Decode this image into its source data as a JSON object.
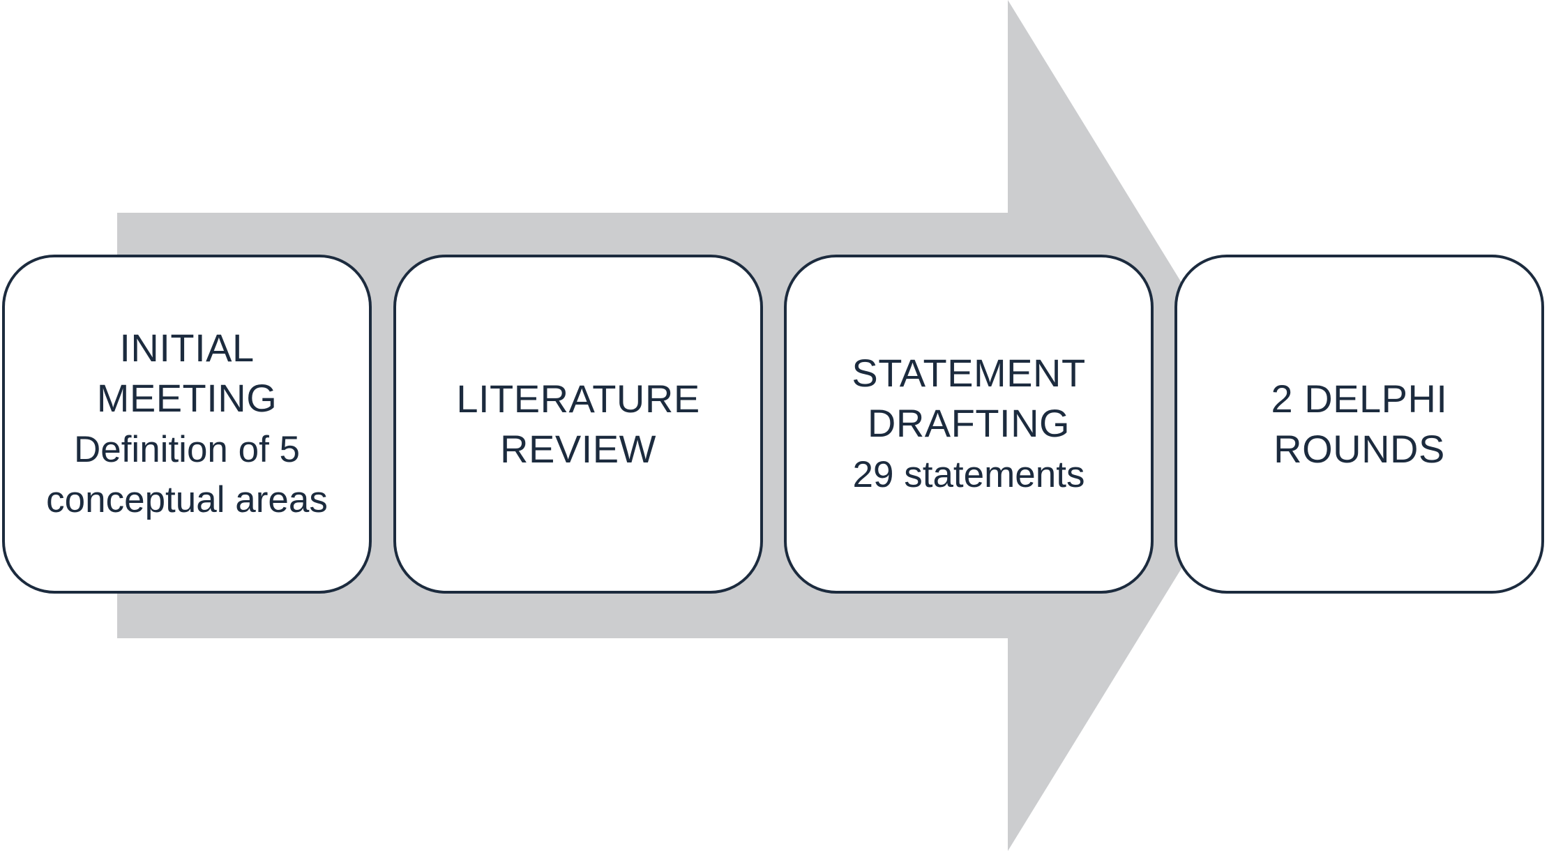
{
  "colors": {
    "arrow_fill": "#cccdcf",
    "box_border": "#1c2b3e",
    "box_fill": "#ffffff",
    "text": "#1c2b3e"
  },
  "steps": [
    {
      "title": "INITIAL MEETING",
      "detail": "Definition of 5 conceptual areas"
    },
    {
      "title": "LITERATURE REVIEW",
      "detail": ""
    },
    {
      "title": "STATEMENT DRAFTING",
      "detail": "29 statements"
    },
    {
      "title": "2 DELPHI ROUNDS",
      "detail": ""
    }
  ]
}
